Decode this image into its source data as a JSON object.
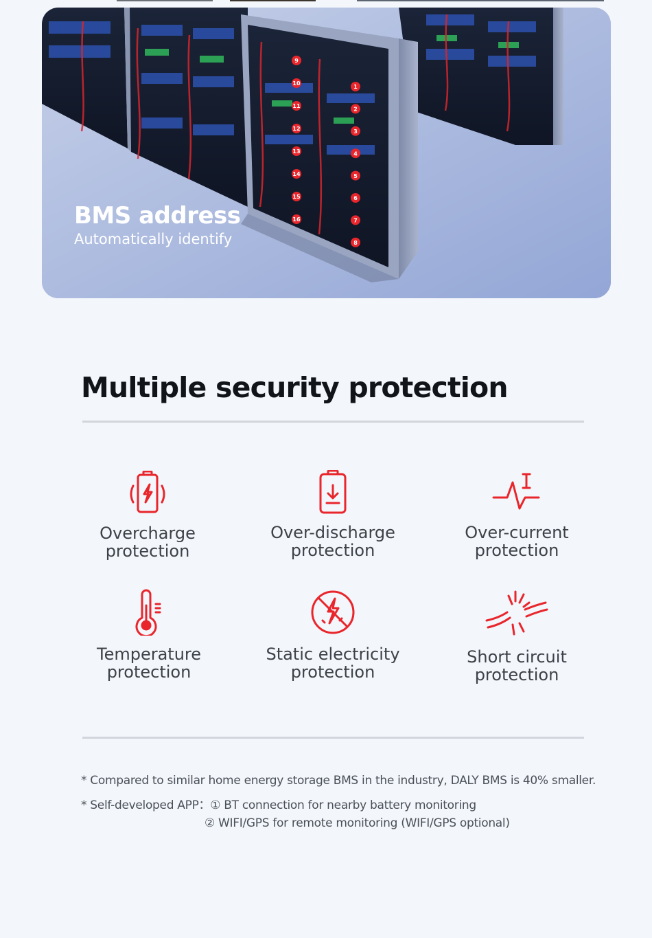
{
  "hero": {
    "title": "BMS address",
    "subtitle": "Automatically identify",
    "slot_numbers": [
      "1",
      "2",
      "3",
      "4",
      "5",
      "6",
      "7",
      "8",
      "9",
      "10",
      "11",
      "12",
      "13",
      "14",
      "15",
      "16"
    ]
  },
  "section": {
    "title": "Multiple security protection"
  },
  "features": [
    {
      "label": "Overcharge\nprotection",
      "icon": "battery-charge-icon"
    },
    {
      "label": "Over-discharge\nprotection",
      "icon": "battery-discharge-icon"
    },
    {
      "label": "Over-current\nprotection",
      "icon": "current-pulse-icon"
    },
    {
      "label": "Temperature\nprotection",
      "icon": "thermometer-icon"
    },
    {
      "label": "Static electricity\nprotection",
      "icon": "no-static-icon"
    },
    {
      "label": "Short circuit\nprotection",
      "icon": "short-circuit-icon"
    }
  ],
  "notes": {
    "line1": "* Compared to similar home energy storage BMS in the industry, DALY BMS is 40% smaller.",
    "line2": "* Self-developed APP：① BT connection for nearby battery monitoring",
    "line3": "② WIFI/GPS for remote monitoring (WIFI/GPS optional)"
  },
  "colors": {
    "accent": "#e8262c",
    "background": "#f3f6fb",
    "title": "#111418"
  }
}
